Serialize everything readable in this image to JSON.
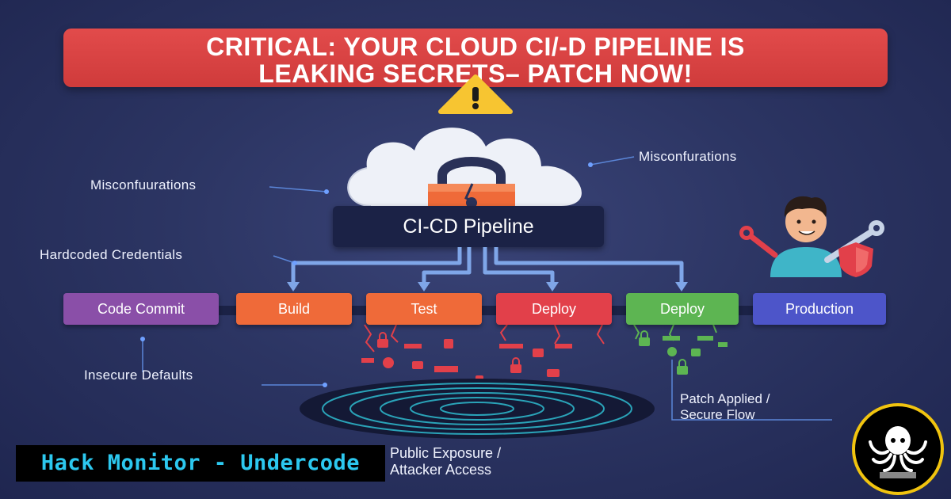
{
  "banner": {
    "line1": "CRITICAL: YOUR CLOUD CI/-D PIPELINE IS",
    "line2": "LEAKING SECRETS– PATCH NOW!"
  },
  "pipeline": {
    "title": "CI-CD Pipeline"
  },
  "stages": [
    {
      "label": "Code Commit",
      "color": "#8a4fa8"
    },
    {
      "label": "Build",
      "color": "#ef6a39"
    },
    {
      "label": "Test",
      "color": "#ef6a39"
    },
    {
      "label": "Deploy",
      "color": "#e2404a"
    },
    {
      "label": "Deploy",
      "color": "#5db552"
    },
    {
      "label": "Production",
      "color": "#4d55c9"
    }
  ],
  "callouts": {
    "misconfig_right": "Misconfurations",
    "misconfig_left": "Misconfuurations",
    "hardcoded": "Hardcoded Credentials",
    "insecure": "Insecure Defaults",
    "patch_line1": "Patch Applied /",
    "patch_line2": "Secure Flow",
    "exposure_line1": "Public Exposure /",
    "exposure_line2": "Attacker Access"
  },
  "watermark": {
    "text": "Hack Monitor - Undercode"
  },
  "colors": {
    "leak": "#e2404a",
    "secure": "#5db552",
    "accent": "#5b86d8"
  },
  "icons": [
    "warning-icon",
    "cloud-icon",
    "broken-padlock-icon",
    "developer-icon",
    "wrench-icon",
    "shield-icon",
    "octopus-logo-icon"
  ]
}
